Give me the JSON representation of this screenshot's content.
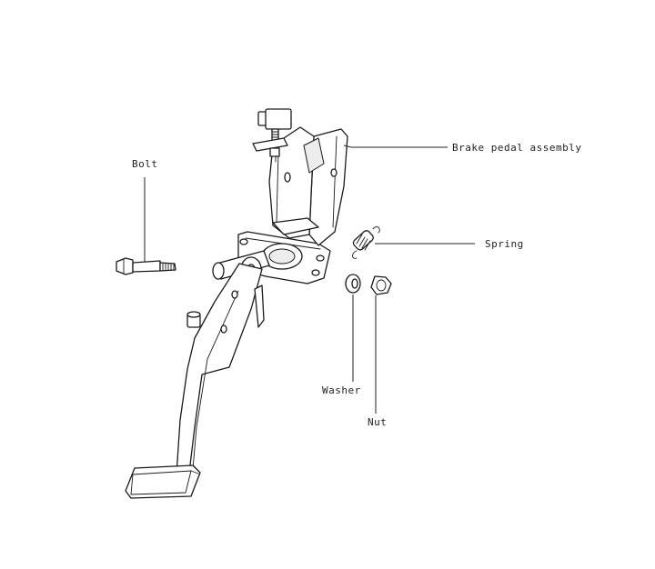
{
  "labels": {
    "bolt": "Bolt",
    "brake_pedal_assembly": "Brake pedal assembly",
    "spring": "Spring",
    "washer": "Washer",
    "nut": "Nut"
  }
}
